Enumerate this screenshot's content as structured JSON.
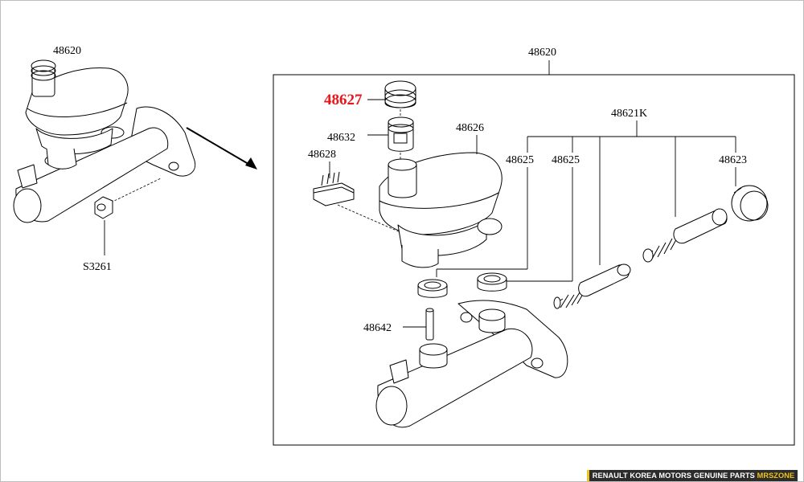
{
  "labels": {
    "assembly_left": "48620",
    "screw": "S3261",
    "assembly_right": "48620",
    "cap": "48627",
    "filter": "48632",
    "reservoir": "48626",
    "clip": "48628",
    "seal_kit": "48621K",
    "grommet_a": "48625",
    "grommet_b": "48625",
    "seal": "48623",
    "pin": "48642"
  },
  "footer": {
    "text": "RENAULT KOREA MOTORS GENUINE PARTS",
    "brand": "MRSZONE"
  },
  "colors": {
    "highlight": "#e8151b",
    "footer_bg": "#2c2c2c",
    "footer_brand": "#f0c419",
    "line": "#000000"
  }
}
